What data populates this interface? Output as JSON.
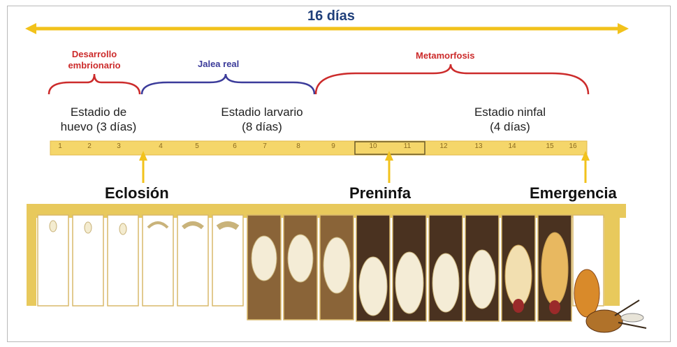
{
  "header": {
    "duration": "16 días"
  },
  "phases": {
    "embryonic": "Desarrollo\nembrionario",
    "royal_jelly": "Jalea real",
    "metamorphosis": "Metamorfosis"
  },
  "stages": {
    "egg": "Estadio de\nhuevo (3 días)",
    "larval": "Estadio larvario\n(8 días)",
    "pupal": "Estadio ninfal\n(4 días)"
  },
  "days": [
    "1",
    "2",
    "3",
    "4",
    "5",
    "6",
    "7",
    "8",
    "9",
    "10",
    "11",
    "12",
    "13",
    "14",
    "15",
    "16"
  ],
  "events": {
    "hatching": "Eclosión",
    "prepupa": "Preninfa",
    "emergence": "Emergencia"
  },
  "colors": {
    "arrow": "#f2c21b",
    "day_bar": "#f5d66a",
    "phase_red": "#cc2b2b",
    "phase_blue": "#3b3b9a",
    "cell_frame": "#e8c95c",
    "brood_dark": "#4a3220"
  }
}
